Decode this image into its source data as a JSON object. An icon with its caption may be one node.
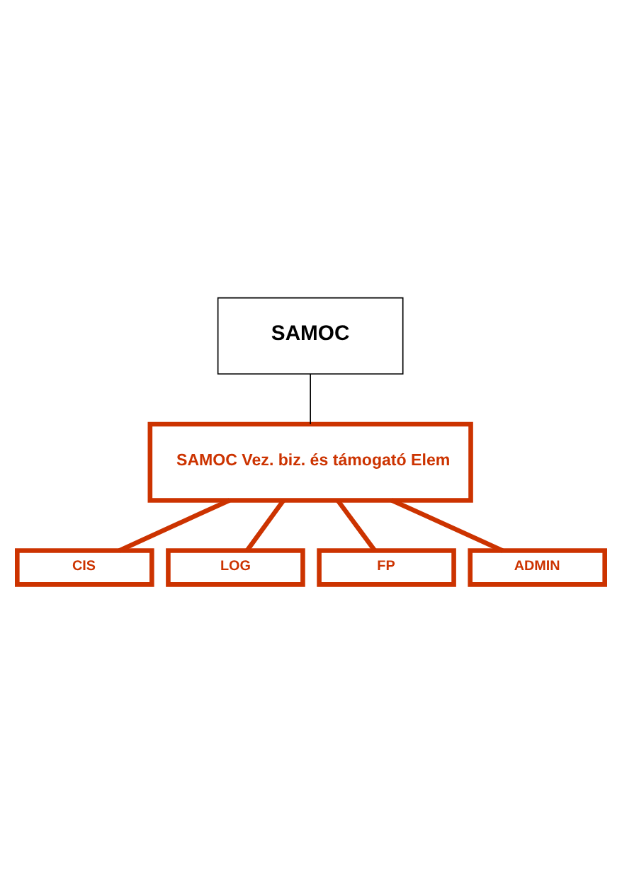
{
  "diagram": {
    "nodes": [
      {
        "text": [
          "SAMOC"
        ]
      },
      {
        "text": [
          "SAMOC Vez. biz. és támogató Elem"
        ]
      },
      {
        "text": [
          "CIS"
        ]
      },
      {
        "text": [
          "LOG"
        ]
      },
      {
        "text": [
          "FP"
        ]
      },
      {
        "text": [
          "ADMIN"
        ]
      }
    ],
    "edges": [
      {
        "from": 0,
        "to": 1,
        "arrow": "none",
        "color": "#000000"
      },
      {
        "from": 1,
        "to": 2,
        "arrow": "none"
      },
      {
        "from": 1,
        "to": 3,
        "arrow": "none"
      },
      {
        "from": 1,
        "to": 4,
        "arrow": "none"
      },
      {
        "from": 1,
        "to": 5,
        "arrow": "none"
      }
    ]
  }
}
